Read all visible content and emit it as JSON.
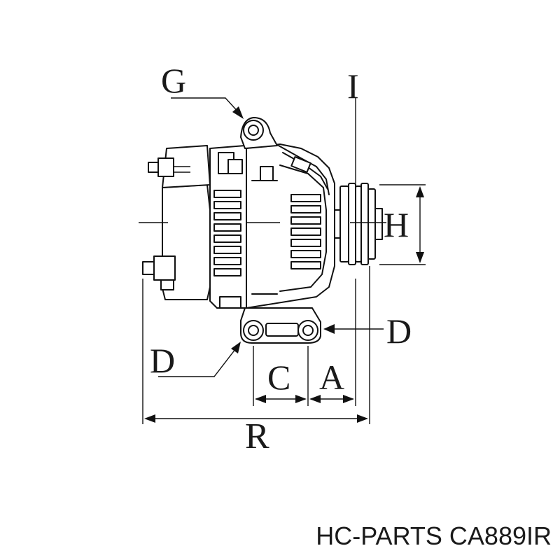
{
  "labels": {
    "g": "G",
    "i": "I",
    "h": "H",
    "d_right": "D",
    "d_left": "D",
    "c": "C",
    "a": "A",
    "r": "R"
  },
  "footer": {
    "brand_text": "HC-PARTS CA889IR"
  }
}
